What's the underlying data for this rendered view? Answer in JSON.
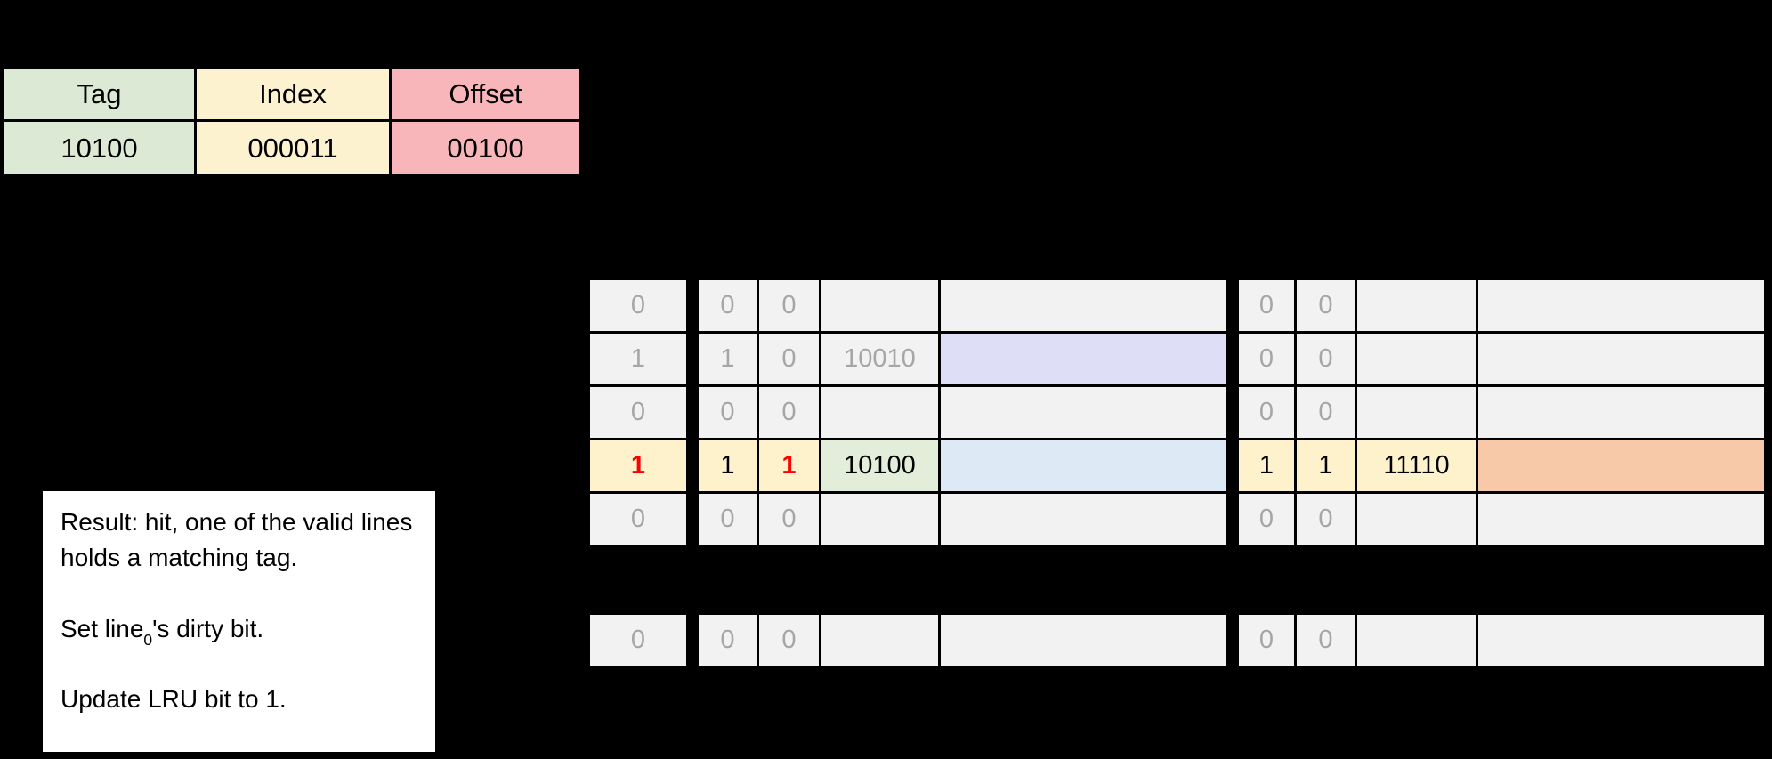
{
  "colors": {
    "page-bg": "#000000",
    "cell-border": "#000000",
    "cell-bg": "#f2f2f2",
    "muted-text": "#a6a6a6",
    "text": "#000000",
    "accent-red": "#ff0000",
    "hl-yellow": "#fdf2cc",
    "hl-green": "#e2eeda",
    "hl-blue": "#dde9f5",
    "hl-lavender": "#dfdef7",
    "hl-orange": "#f7c9a8",
    "addr-green": "#dcead5",
    "addr-yellow": "#fdf2cf",
    "addr-pink": "#f9b6ba",
    "note-bg": "#ffffff"
  },
  "address_breakdown": {
    "columns": [
      {
        "label": "Tag",
        "value": "10100"
      },
      {
        "label": "Index",
        "value": "000011"
      },
      {
        "label": "Offset",
        "value": "00100"
      }
    ]
  },
  "cache": {
    "lru_bits": [
      "0",
      "1",
      "0",
      "1",
      "0"
    ],
    "lru_extra": "0",
    "way0": {
      "rows": [
        {
          "valid": "0",
          "dirty": "0",
          "tag": "",
          "data": ""
        },
        {
          "valid": "1",
          "dirty": "0",
          "tag": "10010",
          "data": ""
        },
        {
          "valid": "0",
          "dirty": "0",
          "tag": "",
          "data": ""
        },
        {
          "valid": "1",
          "dirty": "1",
          "tag": "10100",
          "data": ""
        },
        {
          "valid": "0",
          "dirty": "0",
          "tag": "",
          "data": ""
        }
      ],
      "extra": {
        "valid": "0",
        "dirty": "0",
        "tag": "",
        "data": ""
      }
    },
    "way1": {
      "rows": [
        {
          "valid": "0",
          "dirty": "0",
          "tag": "",
          "data": ""
        },
        {
          "valid": "0",
          "dirty": "0",
          "tag": "",
          "data": ""
        },
        {
          "valid": "0",
          "dirty": "0",
          "tag": "",
          "data": ""
        },
        {
          "valid": "1",
          "dirty": "1",
          "tag": "11110",
          "data": ""
        },
        {
          "valid": "0",
          "dirty": "0",
          "tag": "",
          "data": ""
        }
      ],
      "extra": {
        "valid": "0",
        "dirty": "0",
        "tag": "",
        "data": ""
      }
    }
  },
  "result_note": {
    "line1": "Result: hit, one of the valid lines holds a matching tag.",
    "line2_pre": "Set line",
    "line2_sub": "0",
    "line2_post": "'s dirty bit.",
    "line3": "Update LRU bit to 1."
  }
}
